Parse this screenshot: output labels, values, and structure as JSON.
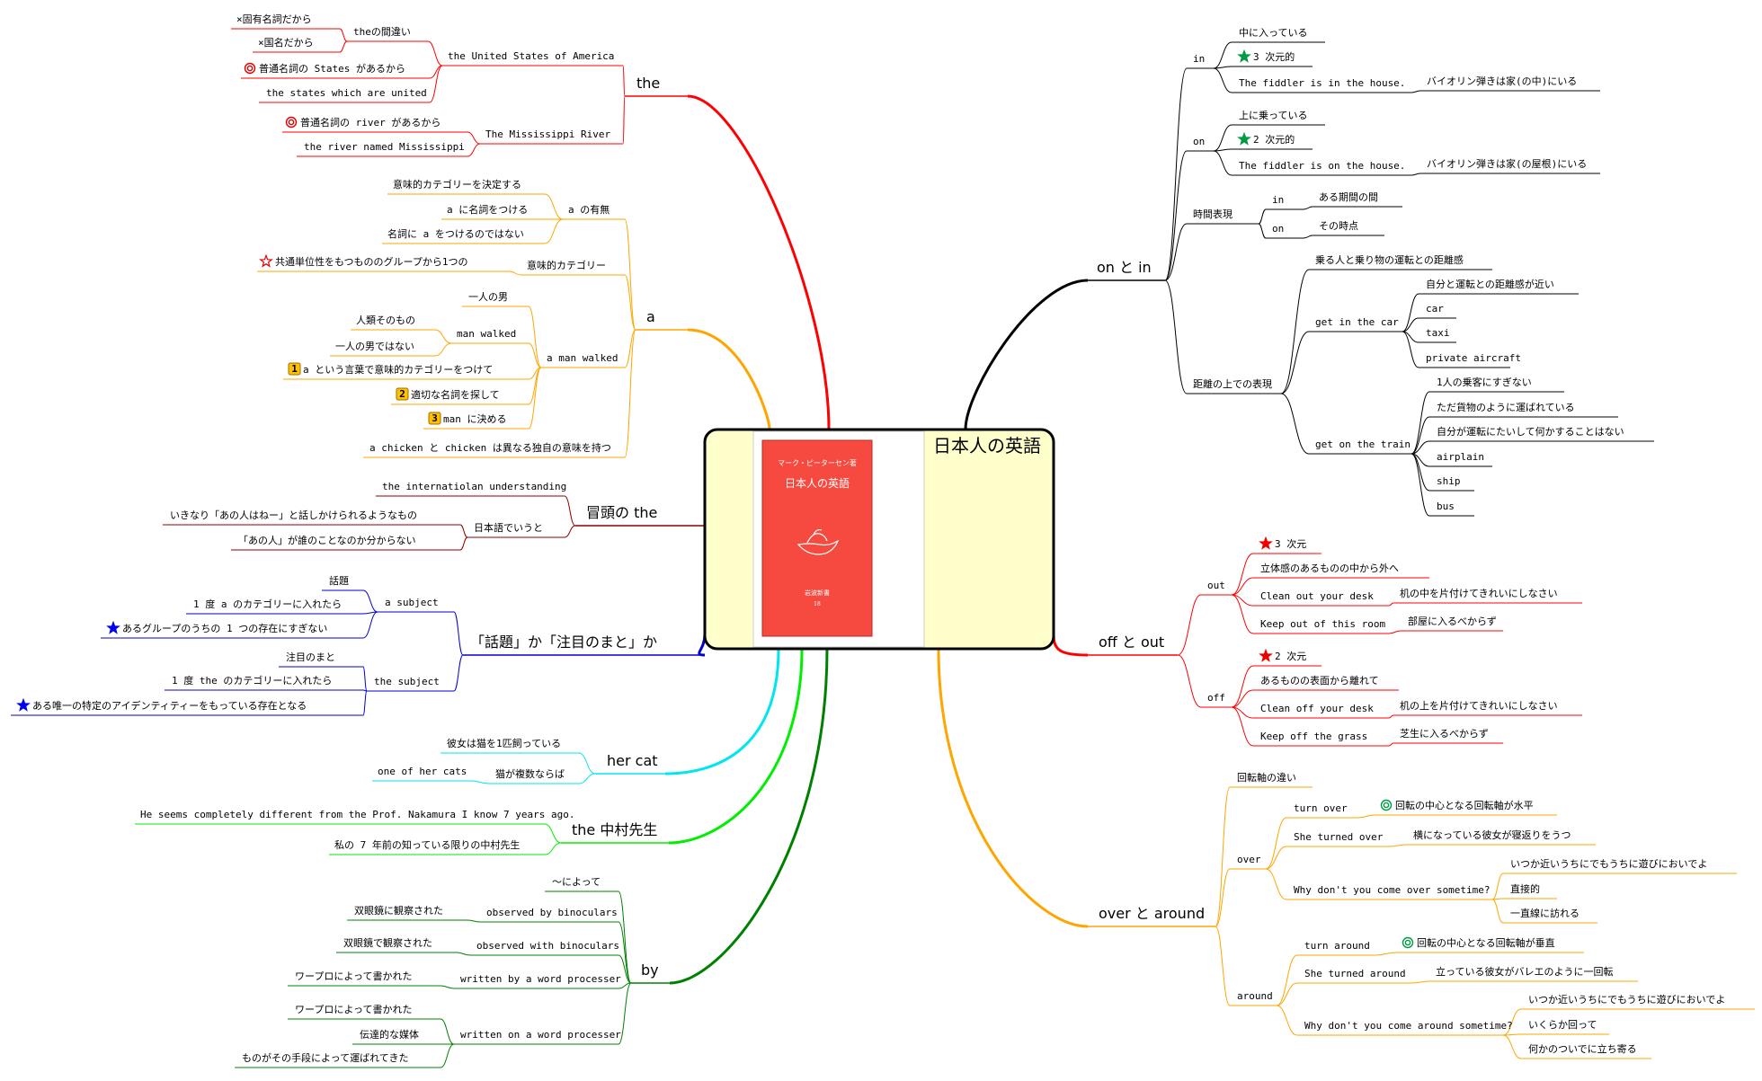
{
  "central": {
    "title": "日本人の英語",
    "book": {
      "author": "マーク・ピーターセン著",
      "title": "日本人の英語",
      "publisher": "岩波新書",
      "number": "18"
    }
  },
  "colors": {
    "the": "#ff0000",
    "a": "#ffa500",
    "intro": "#8b0000",
    "subject": "#0000cd",
    "hercat": "#00e5ee",
    "nakamura": "#00ee00",
    "by": "#008000",
    "onin": "#000000",
    "offout": "#ff0000",
    "over": "#ffa500"
  },
  "branches": {
    "the": {
      "label": "the",
      "usa": {
        "label": "the United States of America",
        "mistake": {
          "label": "theの間違い",
          "items": [
            "×固有名詞だから",
            "×国名だから"
          ]
        },
        "reason": "普通名詞の States があるから",
        "example": "the states which are united"
      },
      "river": {
        "label": "The Mississippi River",
        "reason": "普通名詞の river があるから",
        "example": "the river named Mississippi"
      }
    },
    "a": {
      "label": "a",
      "presence": {
        "label": "a の有無",
        "items": [
          "意味的カテゴリーを決定する",
          "a に名詞をつける",
          "名詞に a をつけるのではない"
        ]
      },
      "category": {
        "label": "意味的カテゴリー",
        "item": "共通単位性をもつもののグループから1つの"
      },
      "walked": {
        "label": "a man walked",
        "one_man": "一人の男",
        "man_walked": {
          "label": "man walked",
          "items": [
            "人類そのもの",
            "一人の男ではない"
          ]
        },
        "steps": [
          "a という言葉で意味的カテゴリーをつけて",
          "適切な名詞を探して",
          "man に決める"
        ],
        "step_badges": [
          "1",
          "2",
          "3"
        ]
      },
      "chicken": "a chicken と chicken は異なる独自の意味を持つ"
    },
    "intro": {
      "label": "冒頭の the",
      "understanding": "the internatiolan understanding",
      "japanese": {
        "label": "日本語でいうと",
        "items": [
          "いきなり「あの人はねー」と話しかけられるようなもの",
          "「あの人」が誰のことなのか分からない"
        ]
      }
    },
    "subject": {
      "label": "「話題」か「注目のまと」か",
      "a_subject": {
        "label": "a subject",
        "items": [
          "話題",
          "1 度 a のカテゴリーに入れたら",
          "あるグループのうちの 1 つの存在にすぎない"
        ]
      },
      "the_subject": {
        "label": "the subject",
        "items": [
          "注目のまと",
          "1 度 the のカテゴリーに入れたら",
          "ある唯一の特定のアイデンティティーをもっている存在となる"
        ]
      }
    },
    "hercat": {
      "label": "her cat",
      "items": [
        "彼女は猫を1匹飼っている",
        "猫が複数ならば"
      ],
      "sub": "one of her cats"
    },
    "nakamura": {
      "label": "the 中村先生",
      "items": [
        "He seems completely different from the Prof. Nakamura I know 7 years ago.",
        "私の 7 年前の知っている限りの中村先生"
      ]
    },
    "by": {
      "label": "by",
      "yotte": "～によって",
      "observed_by": {
        "label": "observed by binoculars",
        "item": "双眼鏡に観察された"
      },
      "observed_with": {
        "label": "observed with binoculars",
        "item": "双眼鏡で観察された"
      },
      "written_by": {
        "label": "written by a word processer",
        "item": "ワープロによって書かれた"
      },
      "written_on": {
        "label": "written on a word processer",
        "items": [
          "ワープロによって書かれた",
          "伝達的な媒体",
          "ものがその手段によって運ばれてきた"
        ]
      }
    },
    "onin": {
      "label": "on と in",
      "in": {
        "label": "in",
        "items": [
          "中に入っている",
          "3 次元的"
        ],
        "example": "The fiddler is in the house.",
        "translation": "バイオリン弾きは家(の中)にいる"
      },
      "on": {
        "label": "on",
        "items": [
          "上に乗っている",
          "2 次元的"
        ],
        "example": "The fiddler is on the house.",
        "translation": "バイオリン弾きは家(の屋根)にいる"
      },
      "time": {
        "label": "時間表現",
        "in": "in",
        "in_meaning": "ある期間の間",
        "on": "on",
        "on_meaning": "その時点"
      },
      "distance": {
        "label": "距離の上での表現",
        "note": "乗る人と乗り物の運転との距離感",
        "car": {
          "label": "get in the car",
          "items": [
            "自分と運転との距離感が近い",
            "car",
            "taxi",
            "private aircraft"
          ]
        },
        "train": {
          "label": "get on the train",
          "items": [
            "1人の乗客にすぎない",
            "ただ貨物のように運ばれている",
            "自分が運転にたいして何かすることはない",
            "airplain",
            "ship",
            "bus"
          ]
        }
      }
    },
    "offout": {
      "label": "off と out",
      "out": {
        "label": "out",
        "dim": "3 次元",
        "desc": "立体感のあるものの中から外へ",
        "ex1": "Clean out your desk",
        "tr1": "机の中を片付けてきれいにしなさい",
        "ex2": "Keep out of this room",
        "tr2": "部屋に入るべからず"
      },
      "off": {
        "label": "off",
        "dim": "2 次元",
        "desc": "あるものの表面から離れて",
        "ex1": "Clean off your desk",
        "tr1": "机の上を片付けてきれいにしなさい",
        "ex2": "Keep off the grass",
        "tr2": "芝生に入るべからず"
      }
    },
    "over": {
      "label": "over と around",
      "axis": "回転軸の違い",
      "over": {
        "label": "over",
        "turn": "turn over",
        "turn_note": "回転の中心となる回転軸が水平",
        "turned": "She turned over",
        "turned_note": "横になっている彼女が寝返りをうつ",
        "come": "Why don't you come over sometime?",
        "come_items": [
          "いつか近いうちにでもうちに遊びにおいでよ",
          "直接的",
          "一直線に訪れる"
        ]
      },
      "around": {
        "label": "around",
        "turn": "turn around",
        "turn_note": "回転の中心となる回転軸が垂直",
        "turned": "She turned around",
        "turned_note": "立っている彼女がバレエのように一回転",
        "come": "Why don't you come around sometime?",
        "come_items": [
          "いつか近いうちにでもうちに遊びにおいでよ",
          "いくらか回って",
          "何かのついでに立ち寄る"
        ]
      }
    }
  }
}
